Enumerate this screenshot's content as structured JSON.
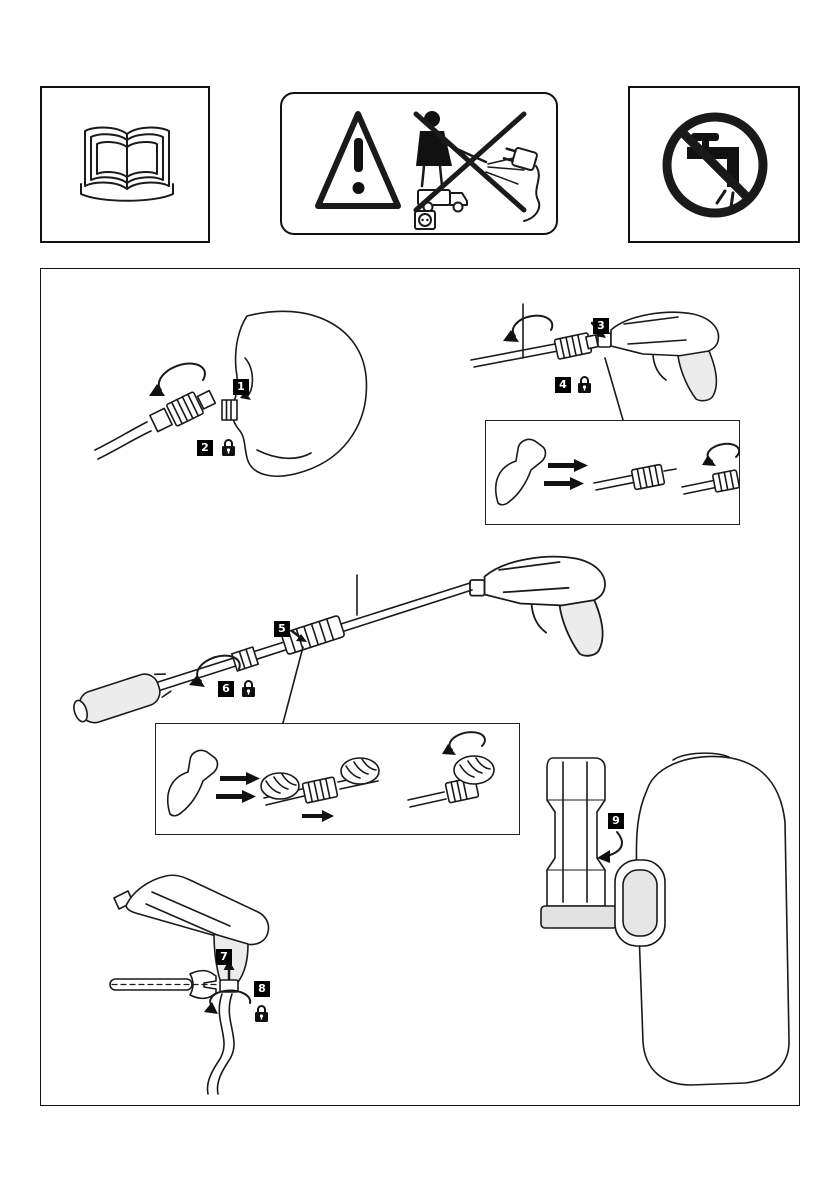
{
  "document": {
    "kind": "pressure-washer-assembly-instructions-page",
    "colors": {
      "line": "#1a1a1a",
      "badge_bg": "#000000",
      "badge_text": "#ffffff",
      "page_bg": "#ffffff"
    },
    "header": {
      "icons": [
        {
          "name": "read-operators-manual",
          "glyph": "open-book"
        },
        {
          "name": "warning-do-not-direct-jet",
          "glyph": "warning-triangle-with-pictograms"
        },
        {
          "name": "no-tap-water-connection",
          "glyph": "crossed-out-water-tap"
        }
      ]
    },
    "steps": [
      {
        "number": "1",
        "has_lock": false
      },
      {
        "number": "2",
        "has_lock": true
      },
      {
        "number": "3",
        "has_lock": false
      },
      {
        "number": "4",
        "has_lock": true
      },
      {
        "number": "5",
        "has_lock": false
      },
      {
        "number": "6",
        "has_lock": true
      },
      {
        "number": "7",
        "has_lock": false
      },
      {
        "number": "8",
        "has_lock": true
      },
      {
        "number": "9",
        "has_lock": false
      }
    ]
  }
}
